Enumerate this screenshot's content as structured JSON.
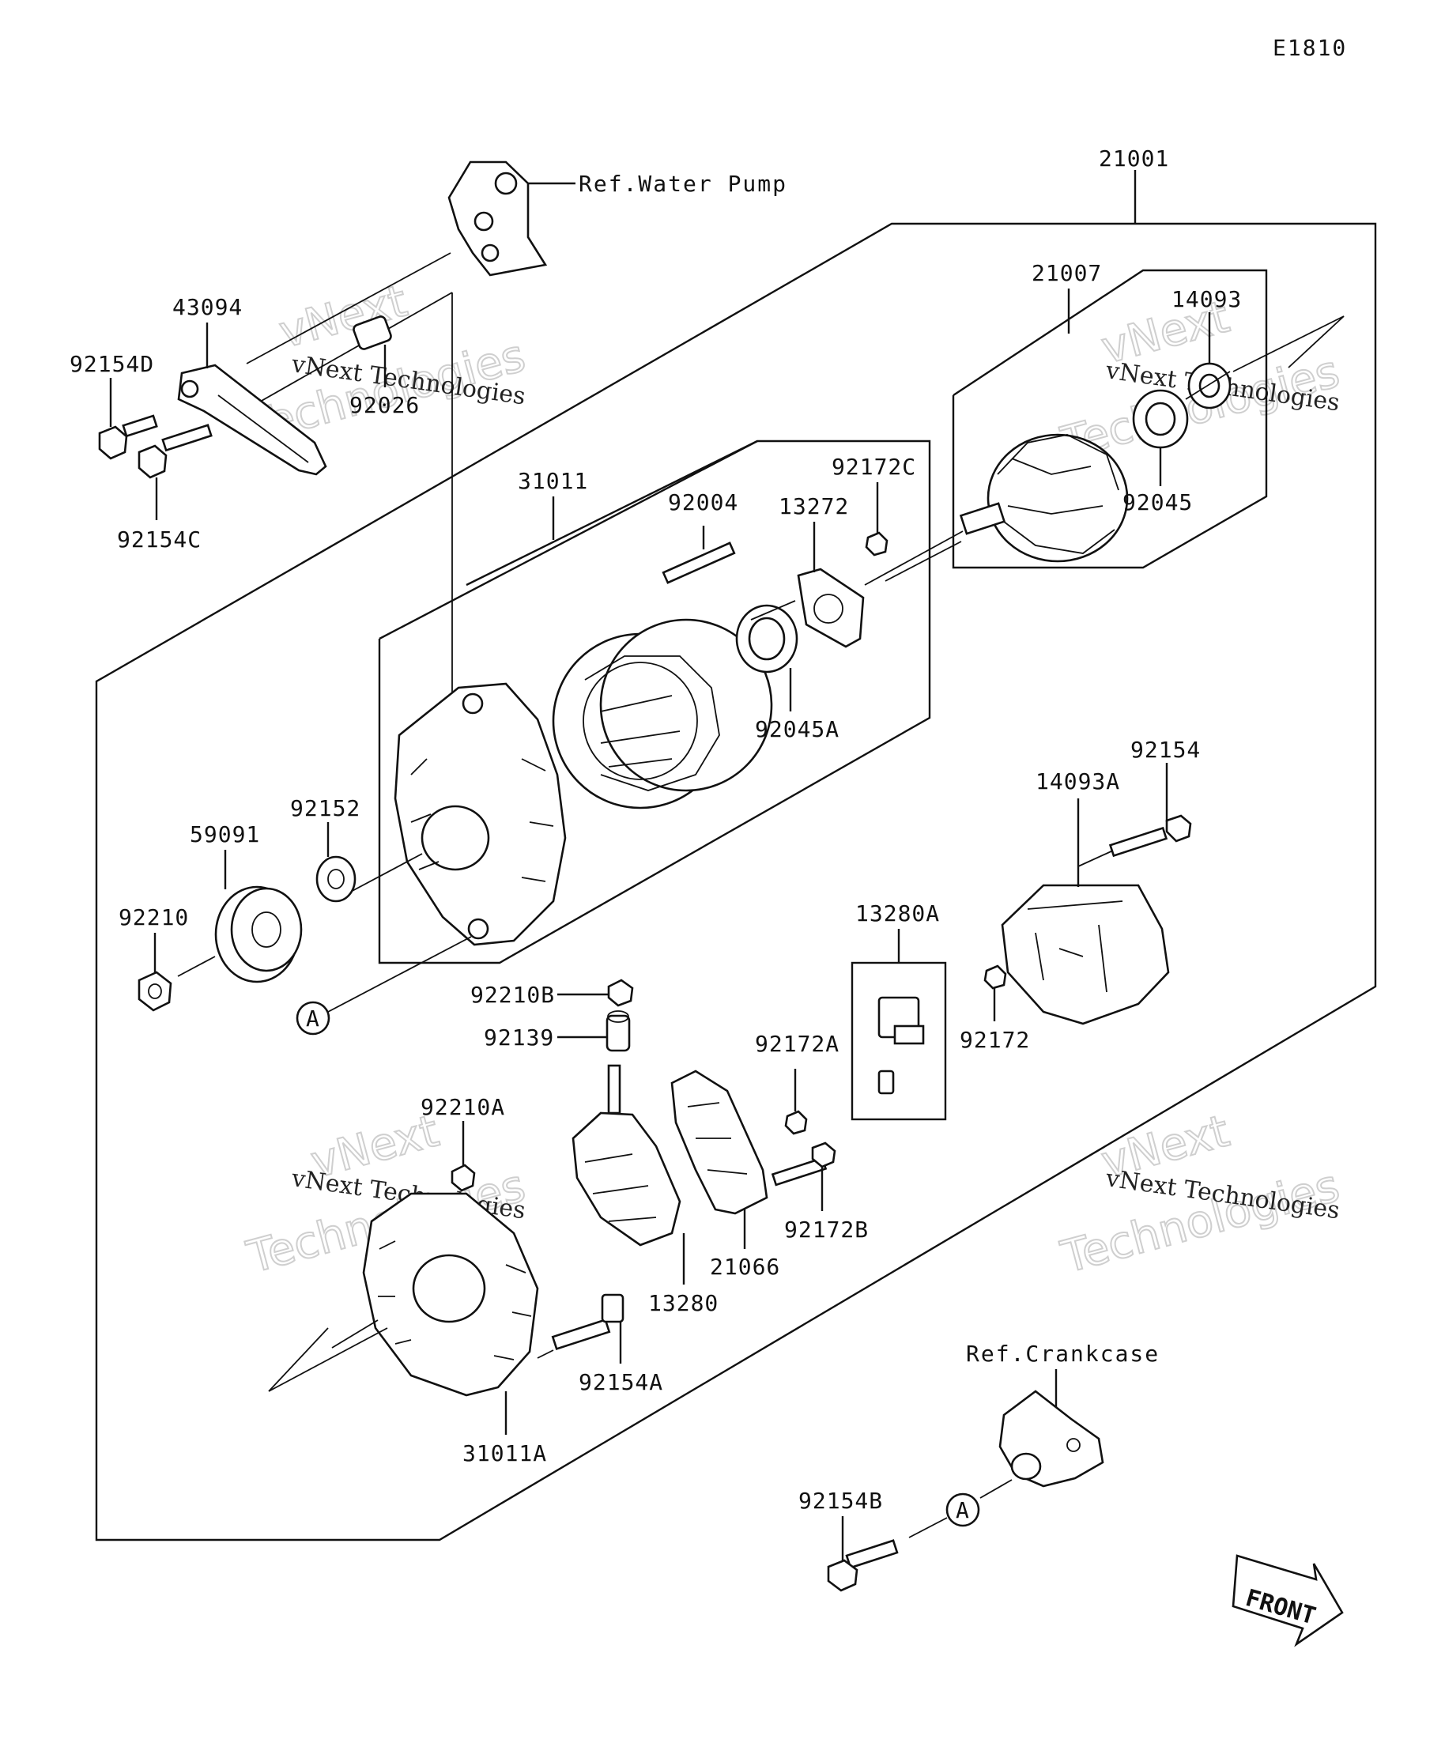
{
  "diagram_code": "E1810",
  "references": {
    "water_pump": "Ref.Water Pump",
    "crankcase": "Ref.Crankcase"
  },
  "callout_letter": "A",
  "front_label": "FRONT",
  "watermark": {
    "brand": "vNext",
    "word": "Technologies",
    "full": "vNext Technologies"
  },
  "parts": {
    "p21001": "21001",
    "p21007": "21007",
    "p14093": "14093",
    "p92045": "92045",
    "p43094": "43094",
    "p92154D": "92154D",
    "p92026": "92026",
    "p92154C": "92154C",
    "p31011": "31011",
    "p92004": "92004",
    "p13272": "13272",
    "p92172C": "92172C",
    "p92045A": "92045A",
    "p92154": "92154",
    "p14093A": "14093A",
    "p92152": "92152",
    "p59091": "59091",
    "p92210": "92210",
    "p13280A": "13280A",
    "p92210B": "92210B",
    "p92139": "92139",
    "p92172A": "92172A",
    "p92172": "92172",
    "p92210A": "92210A",
    "p92172B": "92172B",
    "p21066": "21066",
    "p13280": "13280",
    "p92154A": "92154A",
    "p31011A": "31011A",
    "p92154B": "92154B"
  }
}
